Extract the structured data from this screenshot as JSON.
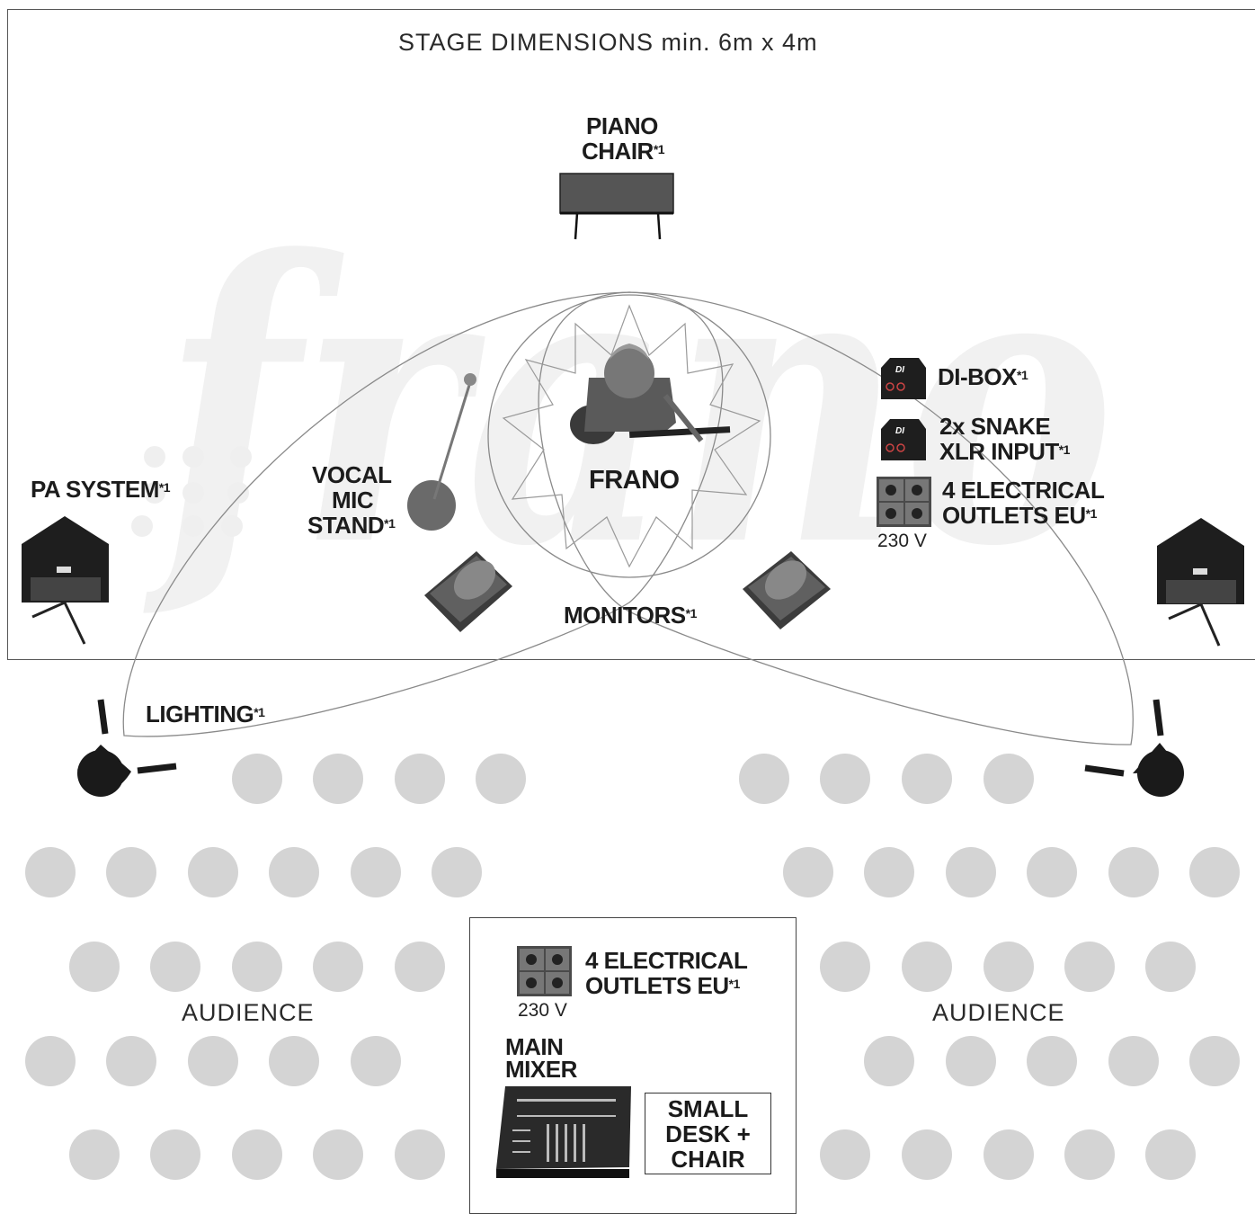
{
  "watermark": "frano",
  "stage": {
    "title": "STAGE DIMENSIONS min. 6m x 4m",
    "performer": "FRANO"
  },
  "labels": {
    "piano_line1": "PIANO",
    "piano_line2": "CHAIR",
    "vocal_line1": "VOCAL",
    "vocal_line2": "MIC",
    "vocal_line3": "STAND",
    "pa_system": "PA SYSTEM",
    "di_box": "DI-BOX",
    "snake_line1": "2x SNAKE",
    "snake_line2": "XLR INPUT",
    "outlets_line1": "4 ELECTRICAL",
    "outlets_line2": "OUTLETS EU",
    "voltage": "230 V",
    "monitors": "MONITORS",
    "lighting": "LIGHTING",
    "footnote_mark": "*1",
    "di_badge": "DI"
  },
  "audience": {
    "left_label": "AUDIENCE",
    "right_label": "AUDIENCE"
  },
  "foh": {
    "outlets_line1": "4 ELECTRICAL",
    "outlets_line2": "OUTLETS EU",
    "voltage": "230 V",
    "mixer_line1": "MAIN",
    "mixer_line2": "MIXER",
    "desk_line1": "SMALL",
    "desk_line2": "DESK +",
    "desk_line3": "CHAIR"
  },
  "colors": {
    "seat": "#d4d4d4",
    "equipment": "#1e1e1e",
    "outline": "#888888",
    "watermark": "#f1f1f1"
  }
}
